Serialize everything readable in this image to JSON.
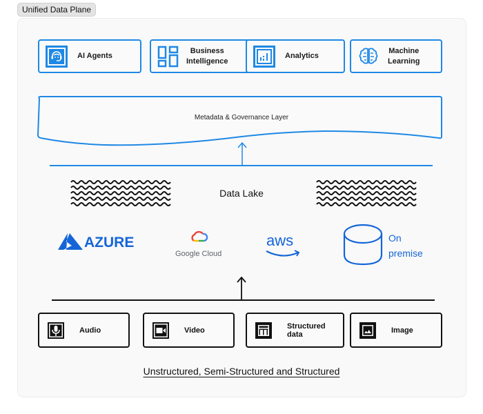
{
  "title_tag": "Unified Data Plane",
  "consumers": [
    {
      "label": "AI Agents",
      "icon": "headset-agent-icon"
    },
    {
      "label": "Business\nIntelligence",
      "icon": "dashboard-grid-icon"
    },
    {
      "label": "Analytics",
      "icon": "bar-chart-icon"
    },
    {
      "label": "Machine\nLearning",
      "icon": "brain-icon"
    }
  ],
  "metadata_layer": {
    "label": "Metadata & Governance Layer"
  },
  "data_lake": {
    "label": "Data Lake"
  },
  "providers": [
    {
      "label": "AZURE",
      "icon": "azure-logo-icon"
    },
    {
      "label": "Google Cloud",
      "icon": "google-cloud-logo-icon"
    },
    {
      "label": "aws",
      "icon": "aws-logo-icon"
    },
    {
      "label": "On\npremise",
      "icon": "database-cylinder-icon"
    }
  ],
  "sources": [
    {
      "label": "Audio",
      "icon": "microphone-icon"
    },
    {
      "label": "Video",
      "icon": "video-camera-icon"
    },
    {
      "label": "Structured data",
      "icon": "table-icon"
    },
    {
      "label": "Image",
      "icon": "image-icon"
    }
  ],
  "footer": {
    "label": "Unstructured, Semi-Structured and Structured"
  },
  "colors": {
    "accent": "#1e88e5",
    "brand_blue": "#1565d8",
    "dark": "#111111"
  }
}
